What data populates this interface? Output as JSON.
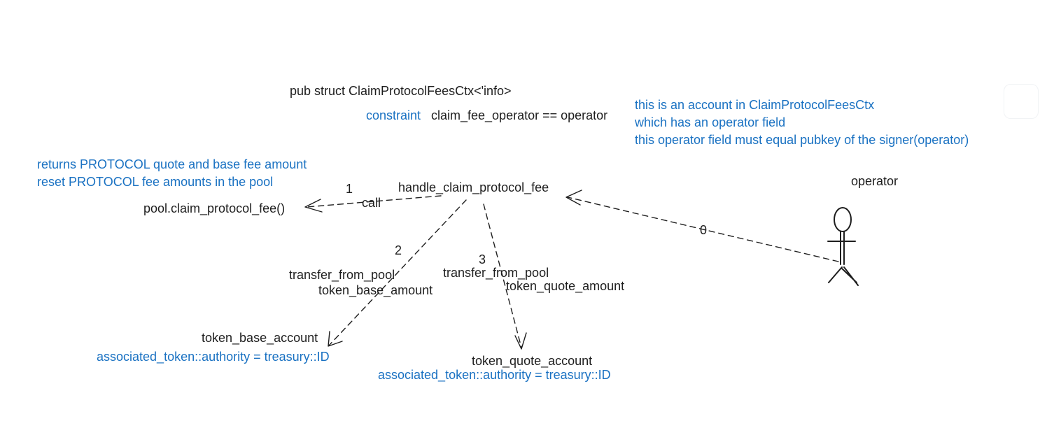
{
  "struct_title": "pub struct ClaimProtocolFeesCtx<'info>",
  "constraint": {
    "keyword": "constraint",
    "expression": "claim_fee_operator == operator"
  },
  "note_operator_field": [
    "this is an account in ClaimProtocolFeesCtx",
    "which has an operator field",
    "this operator field must equal pubkey of the signer(operator)"
  ],
  "note_returns": [
    "returns PROTOCOL quote and base fee amount",
    "reset PROTOCOL fee amounts in the pool"
  ],
  "nodes": {
    "handler": "handle_claim_protocol_fee",
    "pool_fn": "pool.claim_protocol_fee()",
    "operator": "operator",
    "base_account": "token_base_account",
    "quote_account": "token_quote_account"
  },
  "base_authority": "associated_token::authority = treasury::ID",
  "quote_authority": "associated_token::authority = treasury::ID",
  "edges": {
    "e0": {
      "step": "0"
    },
    "e1": {
      "step": "1",
      "label": "call"
    },
    "e2": {
      "step": "2",
      "label_line1": "transfer_from_pool",
      "label_line2": "token_base_amount"
    },
    "e3": {
      "step": "3",
      "label_line1": "transfer_from_pool",
      "label_line2": "token_quote_amount"
    }
  },
  "colors": {
    "text": "#1e1e1e",
    "note": "#1971c2"
  }
}
